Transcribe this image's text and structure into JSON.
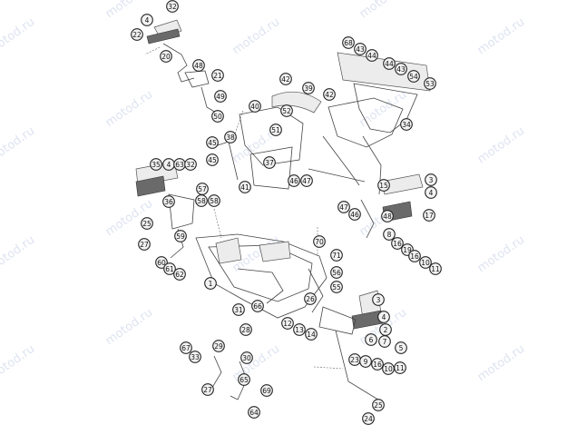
{
  "watermark": {
    "text": "motod.ru"
  },
  "callouts": [
    "32",
    "4",
    "22",
    "20",
    "48",
    "21",
    "49",
    "50",
    "68",
    "43",
    "44",
    "44",
    "43",
    "54",
    "53",
    "42",
    "39",
    "42",
    "52",
    "51",
    "40",
    "38",
    "45",
    "45",
    "37",
    "41",
    "34",
    "35",
    "4",
    "63",
    "32",
    "57",
    "58",
    "58",
    "36",
    "46",
    "47",
    "3",
    "15",
    "4",
    "48",
    "17",
    "47",
    "46",
    "25",
    "27",
    "59",
    "60",
    "61",
    "62",
    "1",
    "70",
    "71",
    "56",
    "55",
    "26",
    "8",
    "16",
    "19",
    "16",
    "10",
    "11",
    "3",
    "4",
    "2",
    "6",
    "7",
    "5",
    "31",
    "66",
    "28",
    "12",
    "13",
    "14",
    "67",
    "29",
    "33",
    "30",
    "27",
    "65",
    "69",
    "64",
    "23",
    "9",
    "16",
    "10",
    "11",
    "25",
    "24"
  ]
}
